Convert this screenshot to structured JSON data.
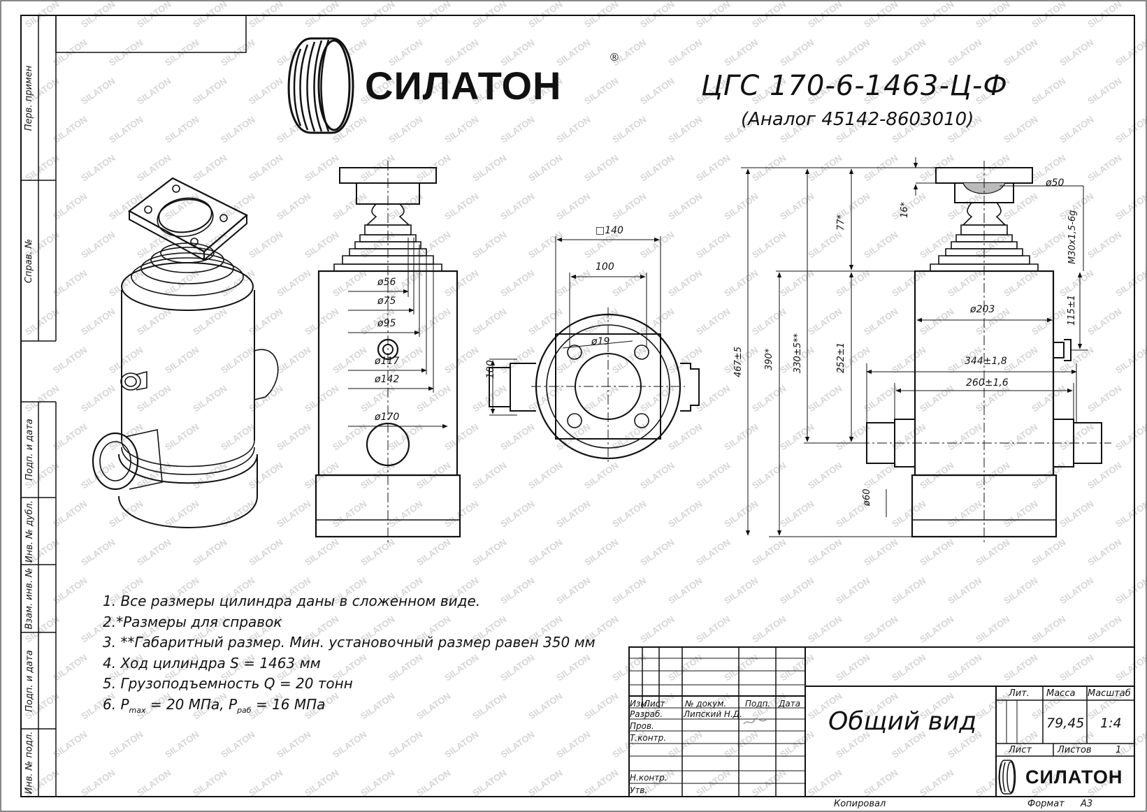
{
  "header": {
    "brand": "СИЛАТОН",
    "registered": "®",
    "designation": "ЦГС 170-6-1463-Ц-Ф",
    "analog": "(Аналог 45142-8603010)"
  },
  "side_labels": [
    "Перв. примен",
    "Справ. №",
    "Подп. и дата",
    "Инв. № дубл.",
    "Взам. инв. №",
    "Подп. и дата",
    "Инв. № подл."
  ],
  "watermark": "SILATON",
  "dimensions": {
    "front": [
      "ø56",
      "ø75",
      "ø95",
      "ø117",
      "ø142",
      "ø170"
    ],
    "top": [
      "□140",
      "100",
      "ø19",
      "100"
    ],
    "side": [
      "ø50",
      "16*",
      "M30x1,5-6g",
      "77*",
      "467±5",
      "390*",
      "330±5**",
      "252±1",
      "ø203",
      "115±1",
      "344±1,8",
      "260±1,6",
      "ø60"
    ]
  },
  "notes": [
    "1. Все размеры цилиндра даны в сложенном виде.",
    "2.*Размеры для справок",
    "3. **Габаритный размер. Мин. установочный размер равен 350 мм",
    "4. Ход цилиндра S = 1463 мм",
    "5. Грузоподъемность Q = 20 тонн"
  ],
  "note6": {
    "prefix": "6. P",
    "max_sub": "max",
    "mid": " = 20 МПа, P",
    "work_sub": "раб",
    "suffix": " = 16 МПа"
  },
  "stamp": {
    "headers": [
      "Изм.",
      "Лист",
      "№ докум.",
      "Подп.",
      "Дата"
    ],
    "roles": [
      "Разраб.",
      "Пров.",
      "Т.контр.",
      "Н.контр.",
      "Утв."
    ],
    "developer": "Липский Н.Д.",
    "doc_title": "Общий вид",
    "lit_label": "Лит.",
    "mass_label": "Масса",
    "scale_label": "Масштаб",
    "mass_value": "79,45",
    "scale_value": "1:4",
    "sheet_label": "Лист",
    "sheets_label": "Листов",
    "sheets_value": "1",
    "brand": "СИЛАТОН",
    "copied": "Копировал",
    "format_label": "Формат",
    "format_value": "А3"
  }
}
